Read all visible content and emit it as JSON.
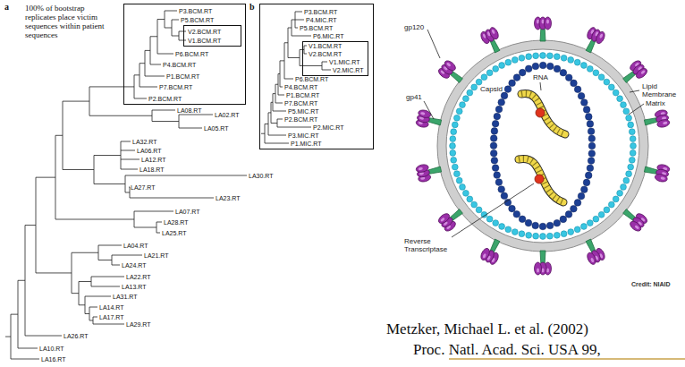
{
  "diagram": {
    "nodes": [
      {
        "text": [
          "P3.BCM.RT",
          "P5.BCM.RT",
          "P6.BCM.RT",
          "P4.BCM.RT",
          "P1.BCM.RT",
          "P7.BCM.RT",
          "P2.BCM.RT"
        ]
      },
      {
        "text": [
          "V2.BCM.RT",
          "V1.BCM.RT"
        ],
        "in": 0
      },
      {
        "text": [
          "P3.BCM.RT",
          "P4.MIC.RT",
          "P5.BCM.RT",
          "P6.MIC.RT",
          "P6.BCM.RT",
          "P4.BCM.RT",
          "P1.BCM.RT",
          "P7.BCM.RT",
          "P5.MIC.RT",
          "P2.BCM.RT",
          "P2.MIC.RT",
          "P3.MIC.RT",
          "P1.MIC.RT"
        ]
      },
      {
        "text": [
          "V1.BCM.RT",
          "V2.BCM.RT",
          "V1.MIC.RT",
          "V2.MIC.RT"
        ],
        "in": 2
      }
    ],
    "labels": [
      "a",
      "100% of bootstrap replicates place victim sequences within patient sequences",
      "LA08.RT",
      "LA02.RT",
      "LA05.RT",
      "LA32.RT",
      "LA06.RT",
      "LA12.RT",
      "LA18.RT",
      "LA30.RT",
      "LA27.RT",
      "LA23.RT",
      "LA07.RT",
      "LA28.RT",
      "LA25.RT",
      "LA04.RT",
      "LA21.RT",
      "LA24.RT",
      "LA22.RT",
      "LA13.RT",
      "LA31.RT",
      "LA14.RT",
      "LA17.RT",
      "LA29.RT",
      "LA26.RT",
      "LA10.RT",
      "LA16.RT",
      "b",
      "gp120",
      "gp41",
      "Lipid Membrane",
      "Matrix",
      "RNA",
      "Capsid",
      "Reverse Transcriptase",
      "Credit: NIAID",
      "Metzker, Michael L. et al. (2002)",
      "Proc. Natl. Acad. Sci. USA 99,"
    ]
  }
}
